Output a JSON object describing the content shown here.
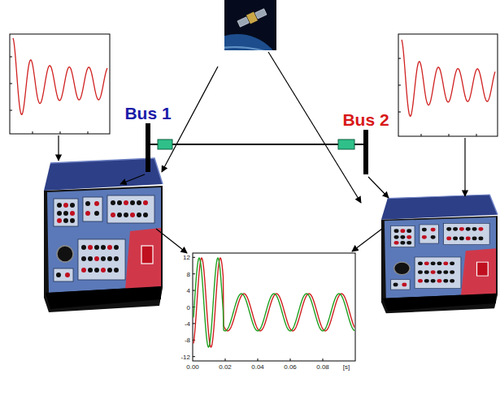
{
  "diagram": {
    "nodes": [
      {
        "text": [
          "Bus 1"
        ]
      },
      {
        "text": [
          "Bus 2"
        ]
      }
    ],
    "edges": [
      {
        "from": 0,
        "to": 1,
        "arrow": "none"
      }
    ],
    "labels": [
      "12",
      "8",
      "4",
      "0",
      "-4",
      "-8",
      "-12",
      "0.00",
      "0.02",
      "0.04",
      "0.06",
      "0.08",
      "[s]"
    ]
  }
}
